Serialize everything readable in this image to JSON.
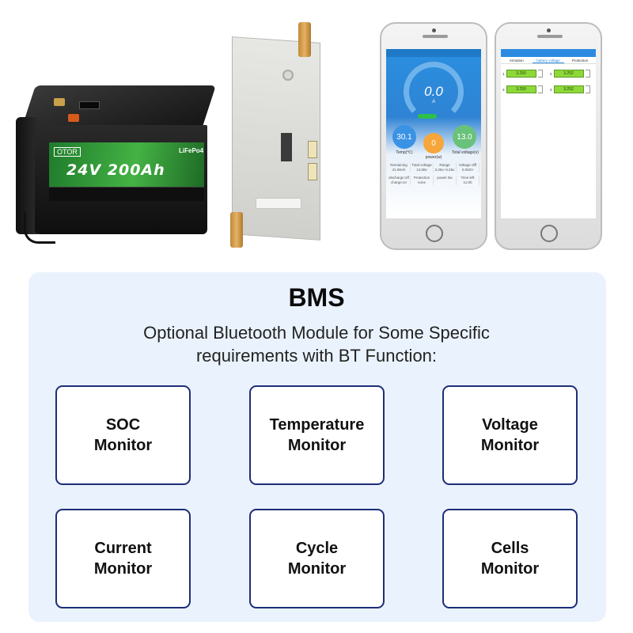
{
  "battery": {
    "brand_badge": "OTOR",
    "model": "24V 200Ah",
    "chemistry": "LiFePo4"
  },
  "app_screen_1": {
    "reading": "0.0",
    "reading_unit": "A",
    "temp_value": "30.1",
    "temp_label": "Temp(℃)",
    "power_value": "0",
    "power_label": "power(w)",
    "volt_value": "13.0",
    "volt_label": "Total voltage(v)",
    "stats": [
      "Remaining 41.99Ah",
      "Total voltage 13.89v",
      "Range 3.25v~3.25v",
      "Voltage diff 0.002V",
      "discharge:off charge:on",
      "Protection none",
      "power 0w",
      "Time left 11:00"
    ]
  },
  "app_screen_2": {
    "tabs": [
      "ermation",
      "battery voltage",
      "Protection"
    ],
    "cells": [
      {
        "index": "1",
        "value": "3.250"
      },
      {
        "index": "2",
        "value": "3.252"
      },
      {
        "index": "3",
        "value": "3.250"
      },
      {
        "index": "4",
        "value": "3.252"
      }
    ]
  },
  "panel": {
    "title": "BMS",
    "subtitle_line1": "Optional Bluetooth Module for Some Specific",
    "subtitle_line2": "requirements with BT Function:",
    "cards": [
      {
        "line1": "SOC",
        "line2": "Monitor"
      },
      {
        "line1": "Temperature",
        "line2": "Monitor"
      },
      {
        "line1": "Voltage",
        "line2": "Monitor"
      },
      {
        "line1": "Current",
        "line2": "Monitor"
      },
      {
        "line1": "Cycle",
        "line2": "Monitor"
      },
      {
        "line1": "Cells",
        "line2": "Monitor"
      }
    ]
  }
}
